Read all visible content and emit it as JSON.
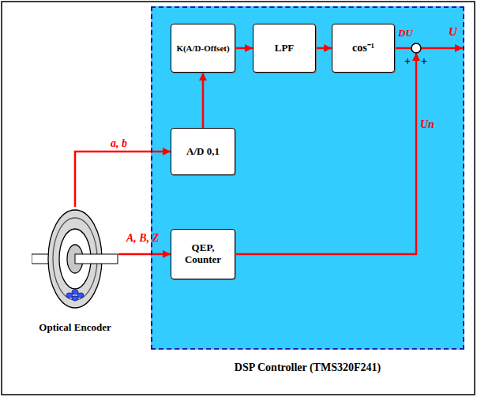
{
  "diagram": {
    "nodes": [
      {
        "text": [
          "DSP Controller (TMS320F241)"
        ]
      },
      {
        "text": [
          "K(A/D-Offset)"
        ],
        "in": 0
      },
      {
        "text": [
          "LPF"
        ],
        "in": 0
      },
      {
        "text": [
          "cos⁻¹"
        ],
        "in": 0
      },
      {
        "text": [
          "A/D 0,1"
        ],
        "in": 0
      },
      {
        "text": [
          "QEP, Counter"
        ],
        "in": 0
      },
      {
        "text": [
          "Optical Encoder"
        ]
      }
    ],
    "edges": [
      {
        "from": 6,
        "to": 4,
        "arrow": "to",
        "label": "a, b"
      },
      {
        "from": 6,
        "to": 5,
        "arrow": "to",
        "label": "A, B, Z"
      },
      {
        "from": 4,
        "to": 1,
        "arrow": "to"
      },
      {
        "from": 1,
        "to": 2,
        "arrow": "to"
      },
      {
        "from": 2,
        "to": 3,
        "arrow": "to"
      }
    ],
    "labels": [
      "DU",
      "U",
      "+",
      "+",
      "Un"
    ]
  }
}
